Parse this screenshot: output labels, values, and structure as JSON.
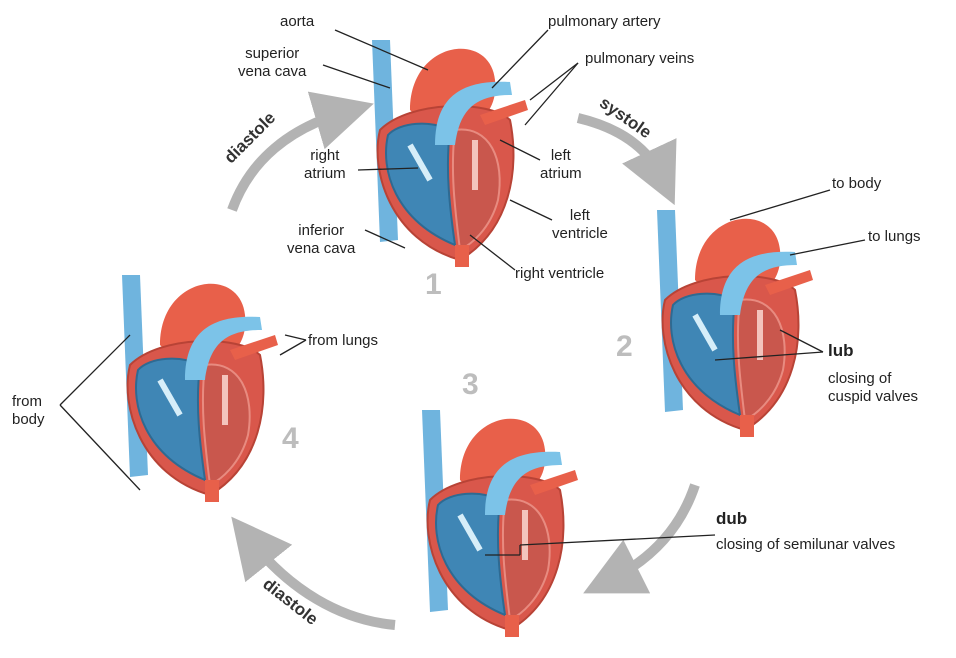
{
  "labels": {
    "aorta": "aorta",
    "superior_vena_cava": "superior\nvena cava",
    "pulmonary_artery": "pulmonary artery",
    "pulmonary_veins": "pulmonary veins",
    "right_atrium": "right\natrium",
    "left_atrium": "left\natrium",
    "left_ventricle": "left\nventricle",
    "inferior_vena_cava": "inferior\nvena cava",
    "right_ventricle": "right ventricle",
    "to_body": "to body",
    "to_lungs": "to lungs",
    "lub": "lub",
    "lub_desc": "closing of\ncuspid valves",
    "dub": "dub",
    "dub_desc": "closing of semilunar valves",
    "from_lungs": "from lungs",
    "from_body": "from\nbody"
  },
  "phases": {
    "diastole_top": "diastole",
    "systole": "systole",
    "diastole_bottom": "diastole"
  },
  "step_numbers": [
    "1",
    "2",
    "3",
    "4"
  ],
  "colors": {
    "artery_red": "#e8604a",
    "vein_blue": "#6fb4de",
    "chamber_blue": "#3f86b5",
    "chamber_red": "#c9574d",
    "arrow_gray": "#b3b3b3"
  }
}
